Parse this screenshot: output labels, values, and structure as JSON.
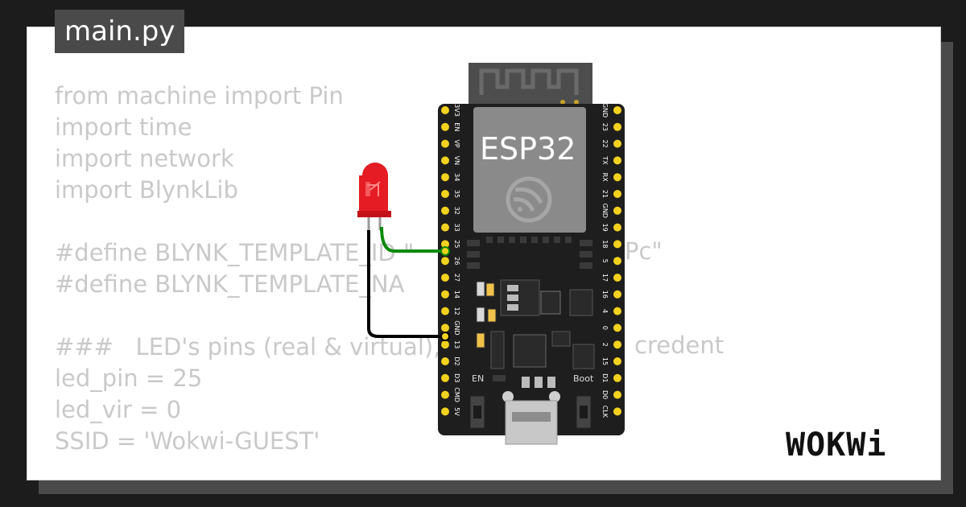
{
  "editor": {
    "filename": "main.py",
    "code_lines": [
      "from machine import Pin",
      "import time",
      "import network",
      "import BlynkLib",
      "",
      "#define BLYNK_TEMPLATE_ID \"",
      "#define BLYNK_TEMPLATE_NA",
      "",
      "###   LED's pins (real & virtual),",
      "led_pin = 25",
      "led_vir = 0",
      "SSID = 'Wokwi-GUEST'"
    ],
    "code_fragments": [
      "Pc\"",
      "credent"
    ]
  },
  "board": {
    "chip_label": "ESP32",
    "left_pins": [
      "3V3",
      "EN",
      "VP",
      "VN",
      "34",
      "35",
      "32",
      "33",
      "25",
      "26",
      "27",
      "14",
      "12",
      "GND",
      "13",
      "D2",
      "D3",
      "CMD",
      "5V"
    ],
    "right_pins": [
      "GND",
      "23",
      "22",
      "TX",
      "RX",
      "21",
      "GND",
      "19",
      "18",
      "5",
      "17",
      "16",
      "4",
      "0",
      "2",
      "15",
      "D1",
      "D0",
      "CLK"
    ],
    "en_button_label": "EN",
    "boot_button_label": "Boot"
  },
  "brand": {
    "logo_text": "WOKWi"
  },
  "colors": {
    "background": "#1c1c1c",
    "card": "#ffffff",
    "tab": "#4a4a4a",
    "code_text": "#c9c9c9",
    "board": "#1e1e1e",
    "pin_pad": "#f2d21e",
    "led": "#e51c23",
    "wire_signal": "#0a8a0a",
    "wire_ground": "#000000"
  }
}
